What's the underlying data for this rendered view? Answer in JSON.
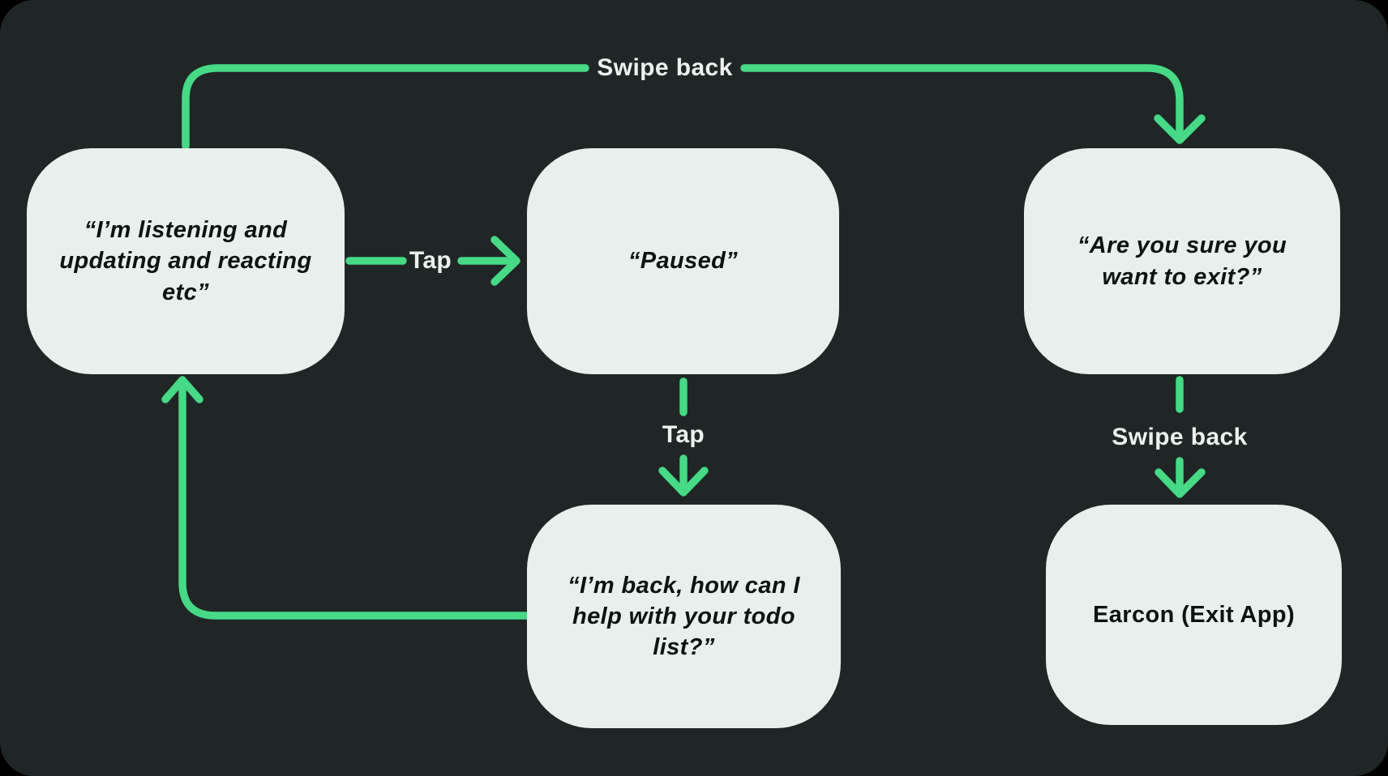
{
  "diagram": {
    "type": "flowchart",
    "colors": {
      "outer_background": "#000000",
      "panel_background": "#1F2625",
      "accent_green": "#46D986",
      "node_background": "#E9EFEC",
      "node_text": "#0D1312",
      "label_text": "#ECF1EF"
    },
    "nodes": [
      {
        "id": "listening",
        "text": "“I’m listening and updating and reacting etc”",
        "style": "bold-italic"
      },
      {
        "id": "paused",
        "text": "“Paused”",
        "style": "bold-italic"
      },
      {
        "id": "confirm-exit",
        "text": "“Are you sure you want to exit?”",
        "style": "bold-italic"
      },
      {
        "id": "back",
        "text": "“I’m back, how can I help with your todo list?”",
        "style": "bold-italic"
      },
      {
        "id": "earcon",
        "text": "Earcon (Exit App)",
        "style": "bold"
      }
    ],
    "edges": [
      {
        "from": "listening",
        "to": "confirm-exit",
        "label": "Swipe back",
        "gesture": "swipe"
      },
      {
        "from": "listening",
        "to": "paused",
        "label": "Tap",
        "gesture": "tap"
      },
      {
        "from": "paused",
        "to": "back",
        "label": "Tap",
        "gesture": "tap"
      },
      {
        "from": "confirm-exit",
        "to": "earcon",
        "label": "Swipe back",
        "gesture": "swipe"
      },
      {
        "from": "back",
        "to": "listening",
        "label": "",
        "gesture": "loop-return"
      }
    ]
  }
}
